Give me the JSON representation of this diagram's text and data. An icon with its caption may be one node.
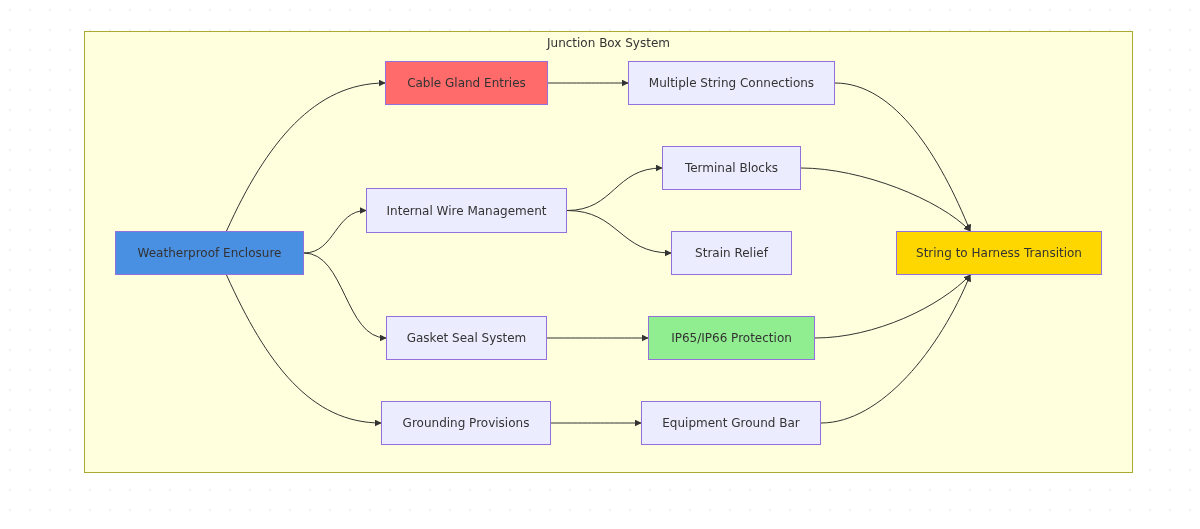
{
  "diagram": {
    "nodes": [
      {
        "text": [
          "Junction Box System"
        ]
      },
      {
        "text": [
          "Weatherproof Enclosure"
        ],
        "in": 0
      },
      {
        "text": [
          "Cable Gland Entries"
        ],
        "in": 0
      },
      {
        "text": [
          "Multiple String Connections"
        ],
        "in": 0
      },
      {
        "text": [
          "Internal Wire Management"
        ],
        "in": 0
      },
      {
        "text": [
          "Terminal Blocks"
        ],
        "in": 0
      },
      {
        "text": [
          "Strain Relief"
        ],
        "in": 0
      },
      {
        "text": [
          "Gasket Seal System"
        ],
        "in": 0
      },
      {
        "text": [
          "IP65/IP66 Protection"
        ],
        "in": 0
      },
      {
        "text": [
          "Grounding Provisions"
        ],
        "in": 0
      },
      {
        "text": [
          "Equipment Ground Bar"
        ],
        "in": 0
      },
      {
        "text": [
          "String to Harness Transition"
        ],
        "in": 0
      }
    ],
    "edges": [
      {
        "from": 1,
        "to": 2,
        "arrow": "to"
      },
      {
        "from": 1,
        "to": 4,
        "arrow": "to"
      },
      {
        "from": 1,
        "to": 7,
        "arrow": "to"
      },
      {
        "from": 1,
        "to": 9,
        "arrow": "to"
      },
      {
        "from": 2,
        "to": 3,
        "arrow": "to"
      },
      {
        "from": 4,
        "to": 5,
        "arrow": "to"
      },
      {
        "from": 4,
        "to": 6,
        "arrow": "to"
      },
      {
        "from": 7,
        "to": 8,
        "arrow": "to"
      },
      {
        "from": 9,
        "to": 10,
        "arrow": "to"
      },
      {
        "from": 3,
        "to": 11,
        "arrow": "to"
      },
      {
        "from": 5,
        "to": 11,
        "arrow": "to"
      },
      {
        "from": 8,
        "to": 11,
        "arrow": "to"
      },
      {
        "from": 10,
        "to": 11,
        "arrow": "to"
      }
    ]
  }
}
